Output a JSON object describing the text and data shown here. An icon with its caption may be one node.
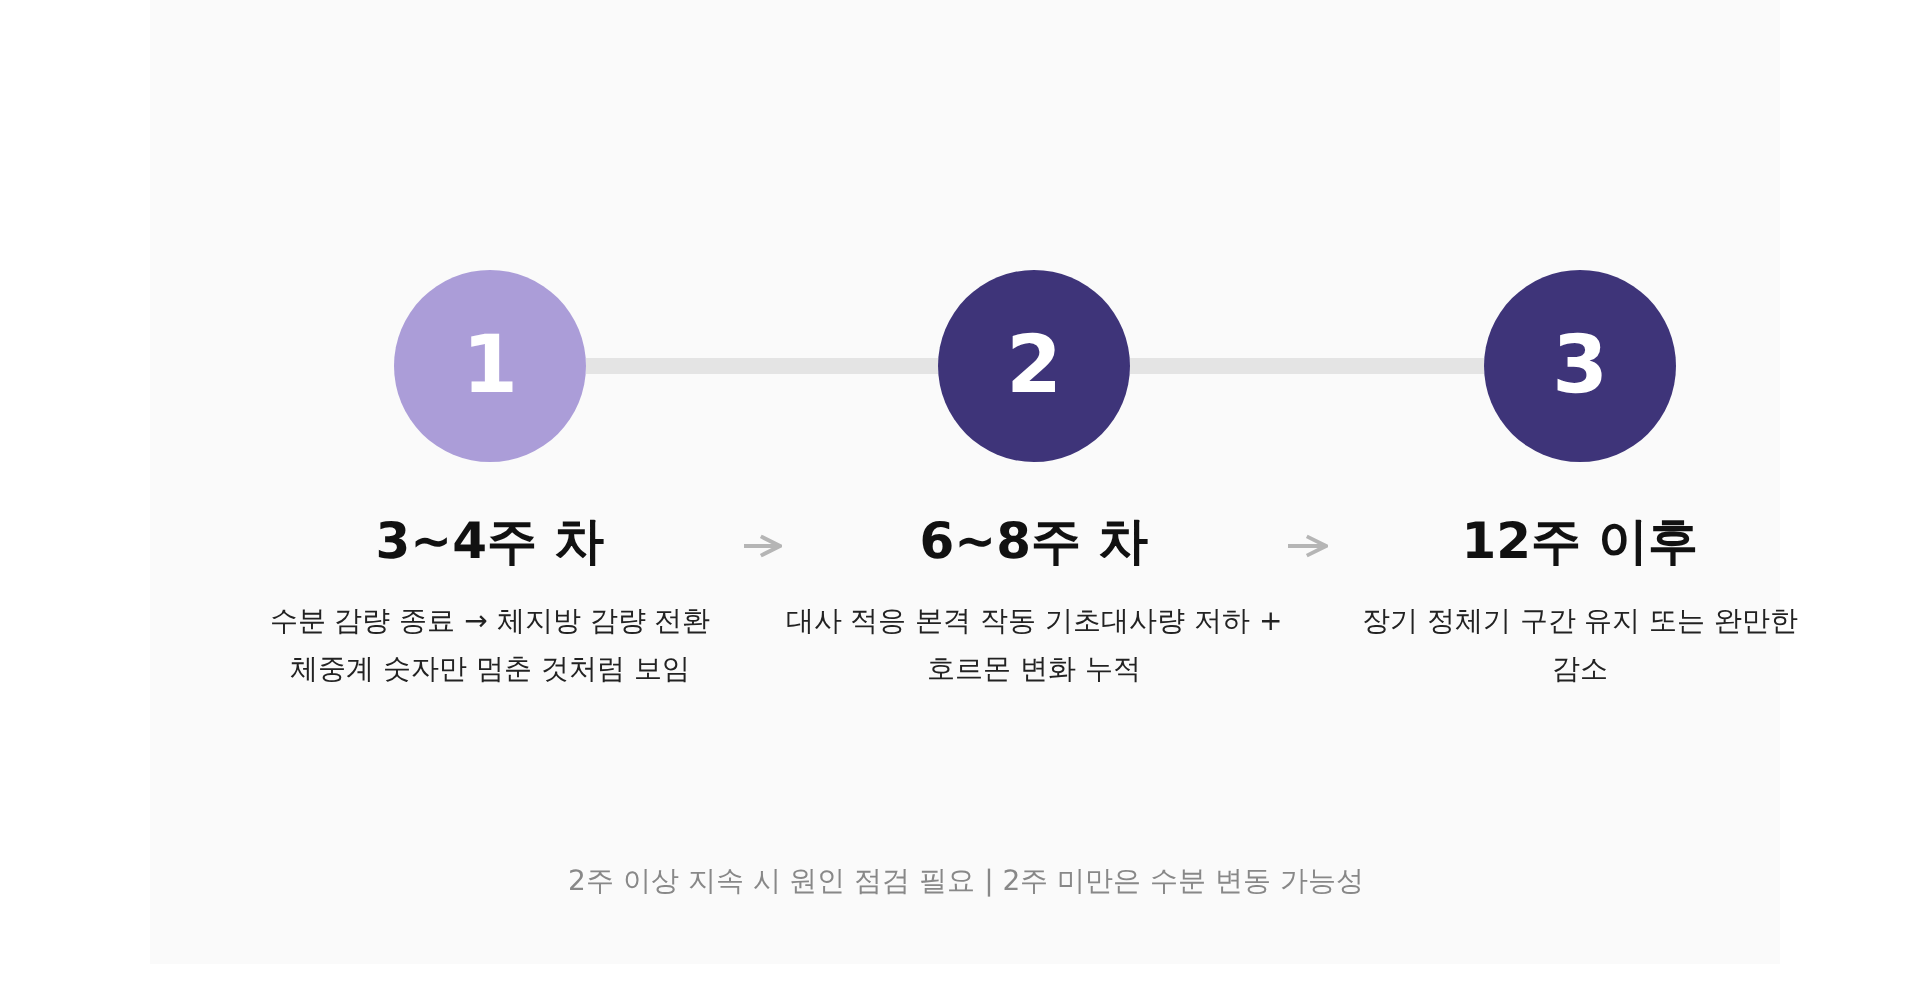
{
  "diagram": {
    "nodes": [
      {
        "text": [
          "1"
        ]
      },
      {
        "text": [
          "2"
        ]
      },
      {
        "text": [
          "3"
        ]
      },
      {
        "text": [
          "3~4주 차",
          "수분 감량 종료 → 체지방 감량 전환 체중계 숫자만 멈춘 것처럼 보임"
        ]
      },
      {
        "text": [
          "6~8주 차",
          "대사 적응 본격 작동 기초대사량 저하 + 호르몬 변화 누적"
        ]
      },
      {
        "text": [
          "12주 이후",
          "장기 정체기 구간 유지 또는 완만한 감소"
        ]
      }
    ],
    "edges": [
      {
        "from": 0,
        "to": 1,
        "arrow": "none",
        "style": "thick"
      },
      {
        "from": 1,
        "to": 2,
        "arrow": "none",
        "style": "thick"
      },
      {
        "from": 3,
        "to": 4,
        "arrow": "to"
      },
      {
        "from": 4,
        "to": 5,
        "arrow": "to"
      }
    ],
    "labels": [
      "2주 이상 지속 시 원인 점검 필요 | 2주 미만은 수분 변동 가능성"
    ]
  }
}
